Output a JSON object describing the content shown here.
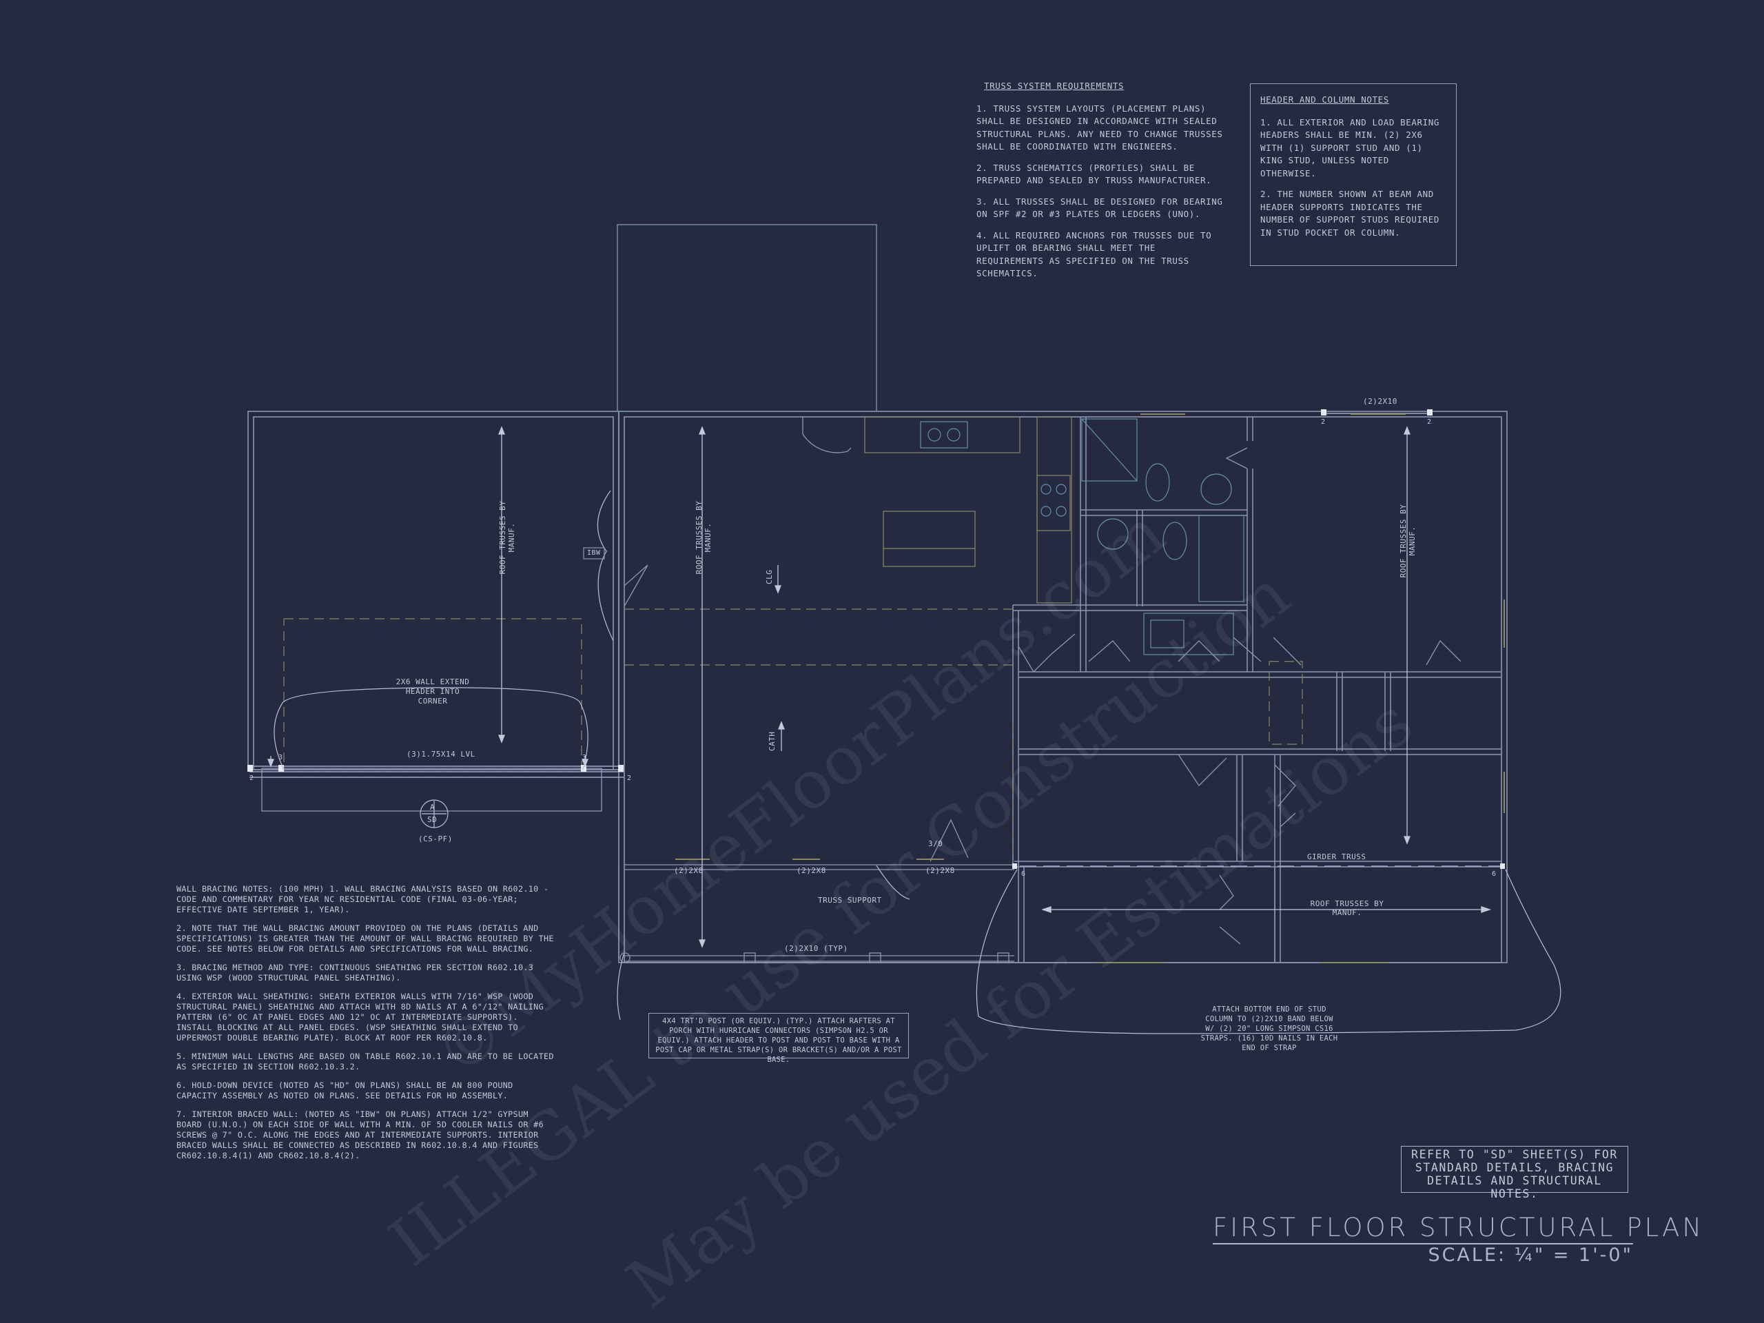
{
  "sheet": {
    "title": "FIRST FLOOR STRUCTURAL PLAN",
    "scale": "SCALE: ¼\" = 1'-0\"",
    "refer_note": "REFER TO \"SD\" SHEET(S) FOR STANDARD DETAILS, BRACING DETAILS AND STRUCTURAL NOTES."
  },
  "truss_notes": {
    "heading": "TRUSS SYSTEM REQUIREMENTS",
    "items": [
      "1. TRUSS SYSTEM LAYOUTS (PLACEMENT PLANS) SHALL BE DESIGNED IN ACCORDANCE WITH SEALED STRUCTURAL PLANS. ANY NEED TO CHANGE TRUSSES SHALL BE COORDINATED WITH ENGINEERS.",
      "2. TRUSS SCHEMATICS (PROFILES) SHALL BE PREPARED AND SEALED BY TRUSS MANUFACTURER.",
      "3. ALL TRUSSES SHALL BE DESIGNED FOR BEARING ON SPF #2 OR #3 PLATES OR LEDGERS (UNO).",
      "4. ALL REQUIRED ANCHORS FOR TRUSSES DUE TO UPLIFT OR BEARING SHALL MEET THE REQUIREMENTS AS SPECIFIED ON THE TRUSS SCHEMATICS."
    ]
  },
  "header_notes": {
    "heading": "HEADER AND COLUMN NOTES",
    "items": [
      "1. ALL EXTERIOR AND LOAD BEARING HEADERS SHALL BE MIN. (2) 2X6 WITH (1) SUPPORT STUD AND (1) KING STUD, UNLESS NOTED OTHERWISE.",
      "2. THE NUMBER SHOWN AT BEAM AND HEADER SUPPORTS INDICATES THE NUMBER OF SUPPORT STUDS REQUIRED IN STUD POCKET OR COLUMN."
    ]
  },
  "bracing_notes": {
    "items": [
      "WALL BRACING NOTES: (100 MPH) 1. WALL BRACING ANALYSIS BASED ON R602.10 - CODE AND COMMENTARY FOR YEAR NC RESIDENTIAL CODE (FINAL 03-06-YEAR; EFFECTIVE DATE SEPTEMBER 1, YEAR).",
      "2. NOTE THAT THE WALL BRACING AMOUNT PROVIDED ON THE PLANS (DETAILS AND SPECIFICATIONS) IS GREATER THAN THE AMOUNT OF WALL BRACING REQUIRED BY THE CODE. SEE NOTES BELOW FOR DETAILS AND SPECIFICATIONS FOR WALL BRACING.",
      "3. BRACING METHOD AND TYPE: CONTINUOUS SHEATHING PER SECTION R602.10.3 USING WSP (WOOD STRUCTURAL PANEL SHEATHING).",
      "4. EXTERIOR WALL SHEATHING: SHEATH EXTERIOR WALLS WITH 7/16\" WSP (WOOD STRUCTURAL PANEL) SHEATHING AND ATTACH WITH 8d NAILS AT A 6\"/12\" NAILING PATTERN (6\" OC AT PANEL EDGES AND 12\" OC AT INTERMEDIATE SUPPORTS). INSTALL BLOCKING AT ALL PANEL EDGES. (WSP SHEATHING SHALL EXTEND TO UPPERMOST DOUBLE BEARING PLATE). BLOCK AT ROOF PER R602.10.8.",
      "5. MINIMUM WALL LENGTHS ARE BASED ON TABLE R602.10.1 AND ARE TO BE LOCATED AS SPECIFIED IN SECTION R602.10.3.2.",
      "6. HOLD-DOWN DEVICE (NOTED AS \"HD\" ON PLANS) SHALL BE AN 800 POUND CAPACITY ASSEMBLY AS NOTED ON PLANS. SEE DETAILS FOR HD ASSEMBLY.",
      "7. INTERIOR BRACED WALL: (NOTED AS \"IBW\" ON PLANS) ATTACH 1/2\" GYPSUM BOARD (U.N.O.) ON EACH SIDE OF WALL WITH A MIN. OF 5d COOLER NAILS OR #6 SCREWS @ 7\" O.C. ALONG THE EDGES AND AT INTERMEDIATE SUPPORTS. INTERIOR BRACED WALLS SHALL BE CONNECTED AS DESCRIBED IN R602.10.8.4 AND FIGURES CR602.10.8.4(1) AND CR602.10.8.4(2)."
    ]
  },
  "callouts": {
    "post_note": "4X4 TRT'D POST (OR EQUIV.) (TYP.) ATTACH RAFTERS AT PORCH WITH HURRICANE CONNECTORS (SIMPSON H2.5 OR EQUIV.) ATTACH HEADER TO POST AND POST TO BASE WITH A POST CAP OR METAL STRAP(S) OR BRACKET(S) AND/OR A POST BASE.",
    "strap_note": "ATTACH BOTTOM END OF STUD COLUMN TO (2)2X10 BAND BELOW W/ (2) 20\" LONG SIMPSON CS16 STRAPS. (16) 10d NAILS IN EACH END OF STRAP"
  },
  "plan_labels": {
    "roof_trusses": "ROOF TRUSSES BY MANUF.",
    "clg": "CLG",
    "cath": "CATH",
    "ibw": "IBW",
    "wall_note": "2X6 WALL EXTEND HEADER INTO CORNER",
    "lvl": "(3)1.75X14 LVL",
    "section_num": "A",
    "section_sheet": "SD",
    "section_ref": "(CS-PF)",
    "header_2x8_a": "(2)2X8",
    "header_2x8_b": "(2)2X8",
    "header_2x8_c": "(2)2X8",
    "header_2x10_typ": "(2)2X10 (TYP)",
    "header_2x10_top": "(2)2X10",
    "truss_support": "TRUSS SUPPORT",
    "girder_truss": "GIRDER TRUSS",
    "door_3_0": "3/0",
    "stud_2": "2",
    "stud_3": "3",
    "stud_6": "6"
  },
  "watermark": [
    "ILLEGAL to use for Construction",
    "©MyHomeFloorPlans.com",
    "May be used for Estimations"
  ]
}
